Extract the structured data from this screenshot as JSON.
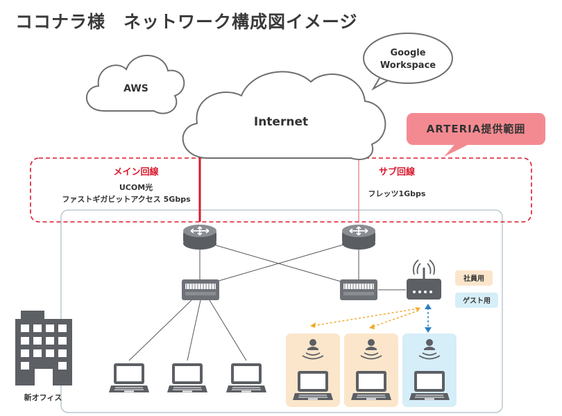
{
  "title": "ココナラ様　ネットワーク構成図イメージ",
  "clouds": {
    "aws": "AWS",
    "internet": "Internet",
    "google_line1": "Google",
    "google_line2": "Workspace"
  },
  "callout": "ARTERIA提供範囲",
  "main_line": {
    "title": "メイン回線",
    "line1": "UCOM光",
    "line2": "ファストギガビットアクセス 5Gbps"
  },
  "sub_line": {
    "title": "サブ回線",
    "line1": "フレッツ1Gbps"
  },
  "badges": {
    "staff": "社員用",
    "guest": "ゲスト用"
  },
  "office": "新オフィス",
  "colors": {
    "accent_red": "#d9182d",
    "callout_pink": "#f48a91",
    "staff_bg": "#fbe6cb",
    "guest_bg": "#d6eef8",
    "wifi_orange": "#f2a92b",
    "wifi_blue": "#2a7fc1"
  }
}
